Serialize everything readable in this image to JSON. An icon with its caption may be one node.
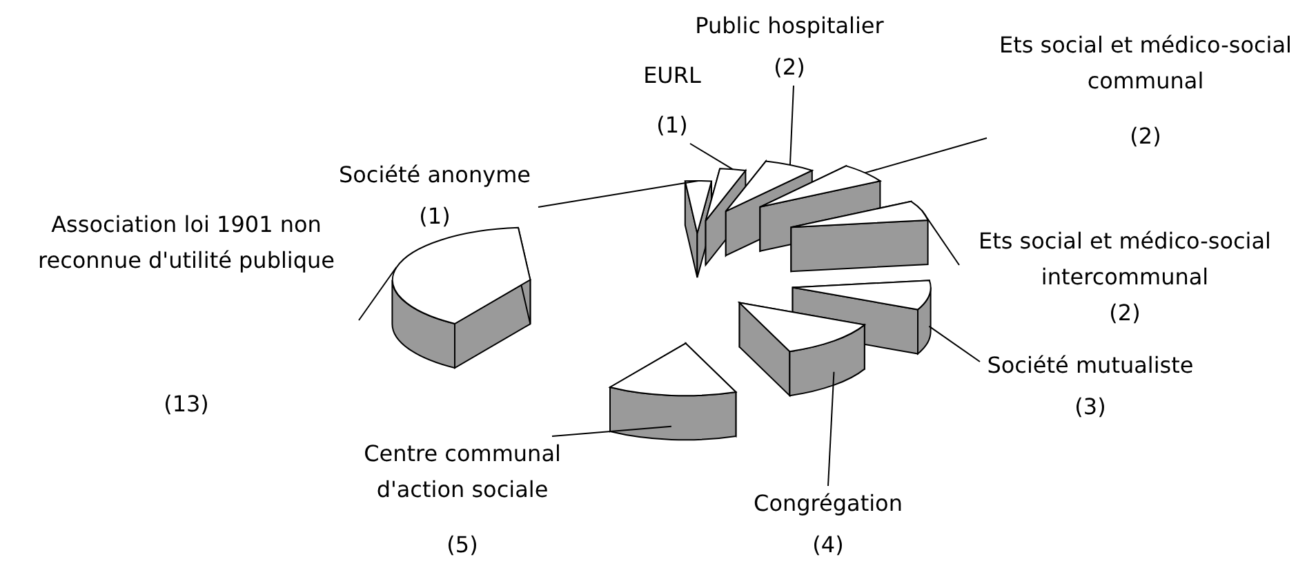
{
  "diagram": {
    "nodes": [
      {
        "text": [
          "Société anonyme",
          "(1)"
        ]
      },
      {
        "text": [
          "EURL",
          "(1)"
        ]
      },
      {
        "text": [
          "Public hospitalier",
          "(2)"
        ]
      },
      {
        "text": [
          "Ets social et médico-social communal",
          "(2)"
        ]
      },
      {
        "text": [
          "Ets social et médico-social intercommunal",
          "(2)"
        ]
      },
      {
        "text": [
          "Société mutualiste",
          "(3)"
        ]
      },
      {
        "text": [
          "Congrégation",
          "(4)"
        ]
      },
      {
        "text": [
          "Centre communal d'action sociale",
          "(5)"
        ]
      },
      {
        "text": [
          "Association loi 1901 non reconnue d'utilité publique",
          "(13)"
        ]
      },
      {
        "text": [],
        "shape": "wedge"
      },
      {
        "text": [],
        "shape": "wedge"
      },
      {
        "text": [],
        "shape": "wedge"
      },
      {
        "text": [],
        "shape": "wedge"
      },
      {
        "text": [],
        "shape": "wedge"
      },
      {
        "text": [],
        "shape": "wedge"
      },
      {
        "text": [],
        "shape": "wedge"
      },
      {
        "text": [],
        "shape": "wedge"
      },
      {
        "text": [],
        "shape": "wedge"
      }
    ],
    "edges": [
      {
        "from": 0,
        "to": 9,
        "arrow": "none"
      },
      {
        "from": 1,
        "to": 10,
        "arrow": "none"
      },
      {
        "from": 2,
        "to": 11,
        "arrow": "none"
      },
      {
        "from": 3,
        "to": 12,
        "arrow": "none"
      },
      {
        "from": 4,
        "to": 13,
        "arrow": "none"
      },
      {
        "from": 5,
        "to": 14,
        "arrow": "none"
      },
      {
        "from": 6,
        "to": 15,
        "arrow": "none"
      },
      {
        "from": 7,
        "to": 16,
        "arrow": "none"
      },
      {
        "from": 8,
        "to": 17,
        "arrow": "none"
      }
    ]
  }
}
